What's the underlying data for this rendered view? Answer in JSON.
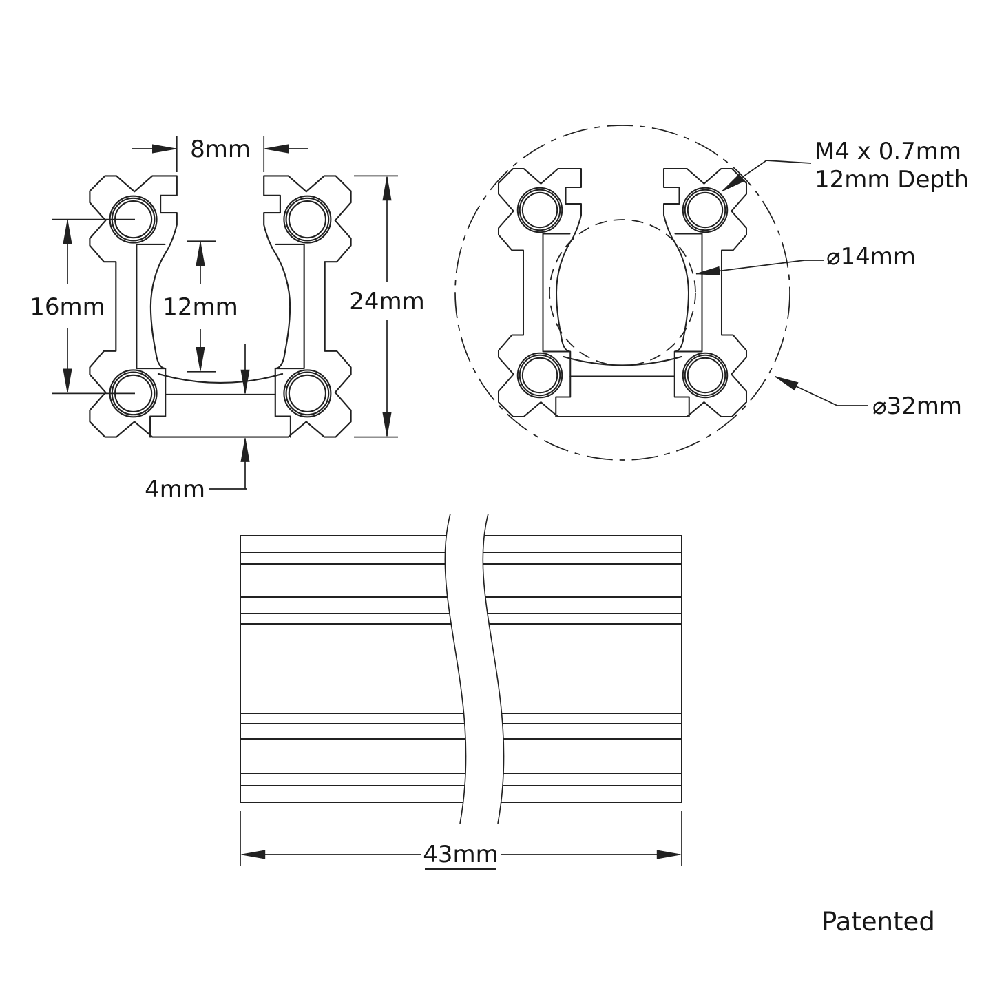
{
  "drawing": {
    "line_color": "#212121",
    "cross_section_view": {
      "dim_slot_width": "8mm",
      "dim_hole_spacing": "16mm",
      "dim_cavity_height": "12mm",
      "dim_overall_size": "24mm",
      "dim_wall_thickness": "4mm"
    },
    "end_view": {
      "callout_thread": "M4 x 0.7mm",
      "callout_thread_depth": "12mm Depth",
      "callout_bore_diameter": "⌀14mm",
      "callout_outer_diameter": "⌀32mm"
    },
    "side_view": {
      "dim_length": "43mm"
    },
    "footer_note": "Patented"
  }
}
